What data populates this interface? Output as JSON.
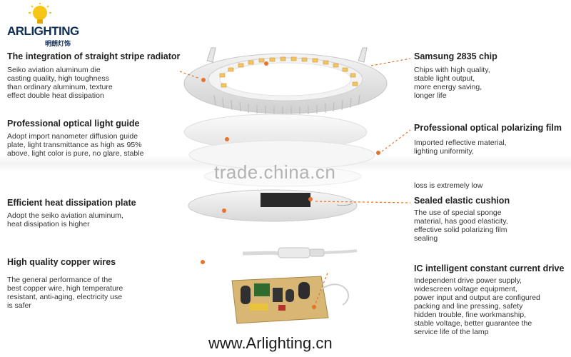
{
  "logo": {
    "brand": "ARLIGHTING",
    "subtitle": "明朗灯饰"
  },
  "features": {
    "radiator": {
      "title": "The integration of straight stripe radiator",
      "lines": [
        "Seiko aviation aluminum die",
        "casting quality, high toughness",
        "than ordinary aluminum, texture",
        "effect double heat dissipation"
      ]
    },
    "light_guide": {
      "title": "Professional optical light guide",
      "lines": [
        "Adopt import nanometer diffusion guide",
        "plate, light transmittance as high as 95%",
        "above, light color is pure, no glare, stable"
      ]
    },
    "heat_plate": {
      "title": "Efficient heat dissipation plate",
      "lines": [
        "Adopt the seiko aviation aluminum,",
        "heat dissipation is higher"
      ]
    },
    "copper": {
      "title": "High quality copper wires",
      "lines": [
        "The general performance of the",
        "best copper wire, high temperature",
        "resistant, anti-aging, electricity use",
        "is safer"
      ]
    },
    "chip": {
      "title": "Samsung 2835 chip",
      "lines": [
        "Chips with high quality,",
        "stable light output,",
        "more energy saving,",
        "longer life"
      ]
    },
    "polarizing": {
      "title": "Professional optical polarizing film",
      "lines": [
        "Imported reflective material,",
        "lighting uniformity,",
        "loss is extremely low"
      ]
    },
    "cushion": {
      "title": "Sealed elastic cushion",
      "lines": [
        "The use of special sponge",
        "material, has good elasticity,",
        "effective solid polarizing film",
        "sealing"
      ]
    },
    "driver": {
      "title": "IC intelligent constant current drive",
      "lines": [
        "Independent drive power supply,",
        "widescreen voltage equipment,",
        "power input and output are configured",
        "packing and line pressing, safety",
        "hidden trouble, fine workmanship,",
        "stable voltage, better guarantee the",
        "service life of the lamp"
      ]
    }
  },
  "watermark": "trade.china.cn",
  "website": "www.Arlighting.cn",
  "colors": {
    "brand": "#0d2d57",
    "accent": "#e8732a",
    "led": "#f2c46a"
  }
}
